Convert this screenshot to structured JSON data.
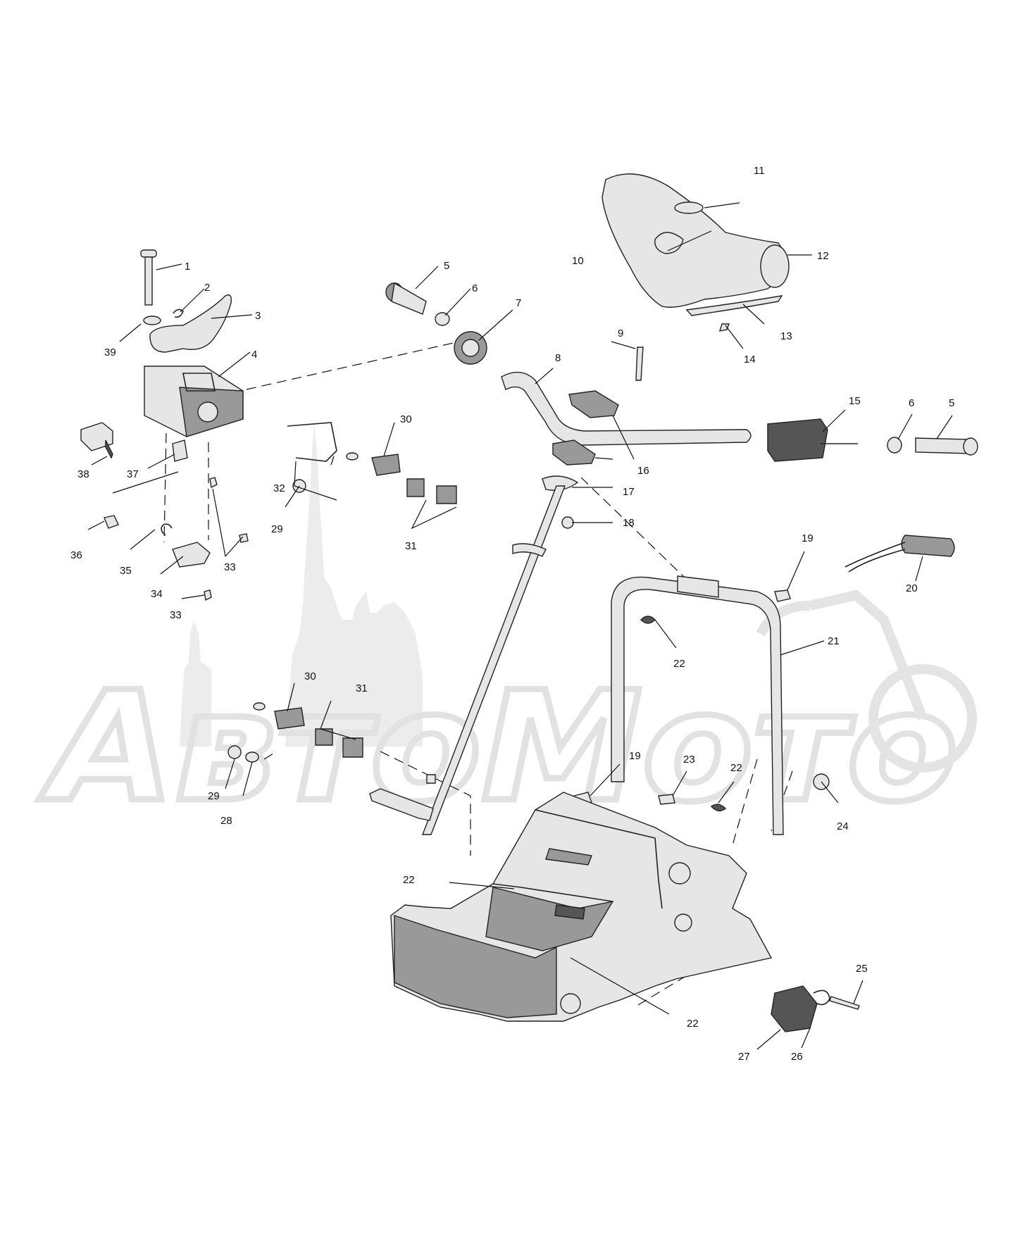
{
  "watermark": {
    "text": "АвтоМото"
  },
  "callouts": [
    {
      "id": "c1",
      "label": "1"
    },
    {
      "id": "c2",
      "label": "2"
    },
    {
      "id": "c3",
      "label": "3"
    },
    {
      "id": "c4",
      "label": "4"
    },
    {
      "id": "c5a",
      "label": "5"
    },
    {
      "id": "c6a",
      "label": "6"
    },
    {
      "id": "c7",
      "label": "7"
    },
    {
      "id": "c8",
      "label": "8"
    },
    {
      "id": "c9",
      "label": "9"
    },
    {
      "id": "c10",
      "label": "10"
    },
    {
      "id": "c11",
      "label": "11"
    },
    {
      "id": "c12",
      "label": "12"
    },
    {
      "id": "c13",
      "label": "13"
    },
    {
      "id": "c14",
      "label": "14"
    },
    {
      "id": "c15",
      "label": "15"
    },
    {
      "id": "c6b",
      "label": "6"
    },
    {
      "id": "c5b",
      "label": "5"
    },
    {
      "id": "c16",
      "label": "16"
    },
    {
      "id": "c17",
      "label": "17"
    },
    {
      "id": "c18",
      "label": "18"
    },
    {
      "id": "c19a",
      "label": "19"
    },
    {
      "id": "c20",
      "label": "20"
    },
    {
      "id": "c21",
      "label": "21"
    },
    {
      "id": "c22a",
      "label": "22"
    },
    {
      "id": "c22b",
      "label": "22"
    },
    {
      "id": "c22c",
      "label": "22"
    },
    {
      "id": "c22d",
      "label": "22"
    },
    {
      "id": "c23",
      "label": "23"
    },
    {
      "id": "c24",
      "label": "24"
    },
    {
      "id": "c19b",
      "label": "19"
    },
    {
      "id": "c25",
      "label": "25"
    },
    {
      "id": "c26",
      "label": "26"
    },
    {
      "id": "c27",
      "label": "27"
    },
    {
      "id": "c30a",
      "label": "30"
    },
    {
      "id": "c31a",
      "label": "31"
    },
    {
      "id": "c32",
      "label": "32"
    },
    {
      "id": "c29a",
      "label": "29"
    },
    {
      "id": "c30b",
      "label": "30"
    },
    {
      "id": "c31b",
      "label": "31"
    },
    {
      "id": "c29b",
      "label": "29"
    },
    {
      "id": "c28",
      "label": "28"
    },
    {
      "id": "c38",
      "label": "38"
    },
    {
      "id": "c37",
      "label": "37"
    },
    {
      "id": "c36",
      "label": "36"
    },
    {
      "id": "c35",
      "label": "35"
    },
    {
      "id": "c34",
      "label": "34"
    },
    {
      "id": "c33a",
      "label": "33"
    },
    {
      "id": "c33b",
      "label": "33"
    },
    {
      "id": "c39",
      "label": "39"
    }
  ]
}
